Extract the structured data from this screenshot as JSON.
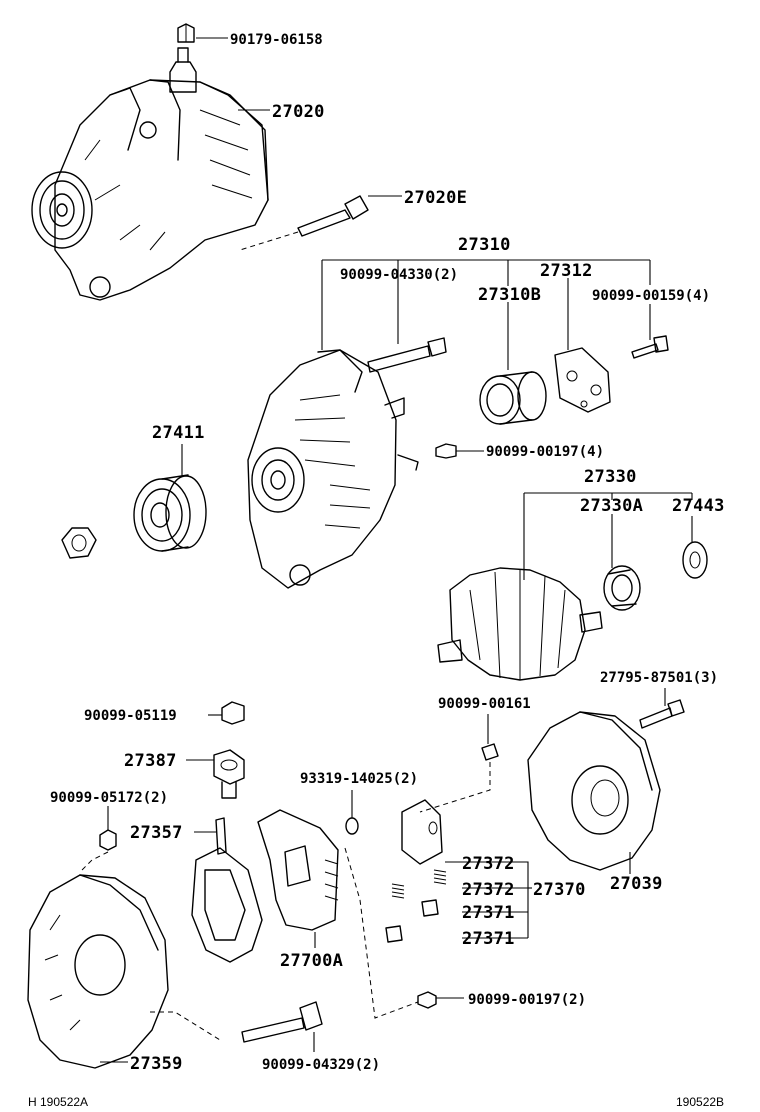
{
  "diagram": {
    "footer_left": "H 190522A",
    "footer_right": "190522B",
    "labels": {
      "p90179_06158": "90179-06158",
      "p27020": "27020",
      "p27020E": "27020E",
      "p27310": "27310",
      "p90099_04330": "90099-04330(2)",
      "p27312": "27312",
      "p27310B": "27310B",
      "p90099_00159": "90099-00159(4)",
      "p27411": "27411",
      "p90099_00197_4": "90099-00197(4)",
      "p27330": "27330",
      "p27330A": "27330A",
      "p27443": "27443",
      "p27795_87501": "27795-87501(3)",
      "p90099_05119": "90099-05119",
      "p90099_00161": "90099-00161",
      "p27387": "27387",
      "p93319_14025": "93319-14025(2)",
      "p90099_05172": "90099-05172(2)",
      "p27357": "27357",
      "p27372a": "27372",
      "p27372b": "27372",
      "p27370": "27370",
      "p27039": "27039",
      "p27371a": "27371",
      "p27371b": "27371",
      "p27700A": "27700A",
      "p90099_00197_2": "90099-00197(2)",
      "p27359": "27359",
      "p90099_04329": "90099-04329(2)"
    }
  }
}
